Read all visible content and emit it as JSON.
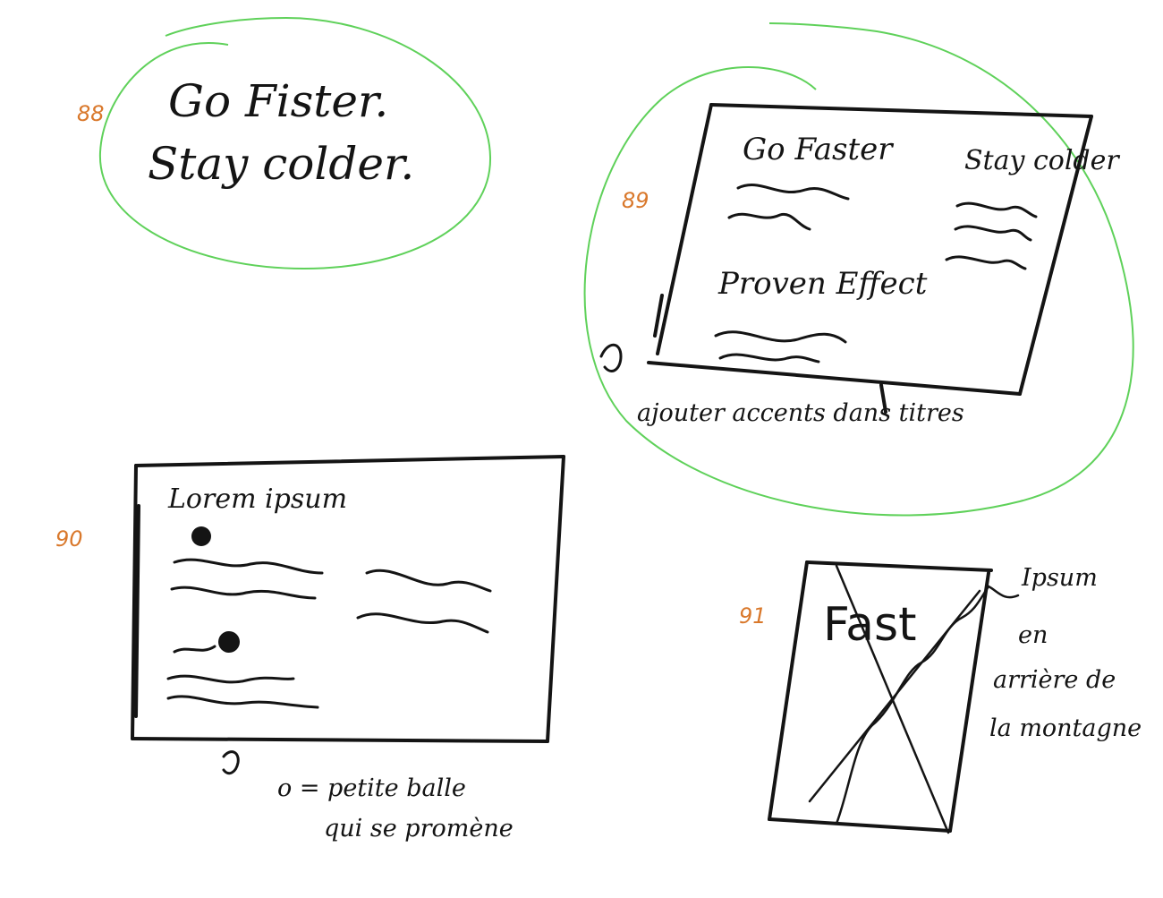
{
  "colors": {
    "ink": "#141414",
    "circle": "#5fd15a",
    "number": "#d9782b"
  },
  "sketch_88": {
    "number": "88",
    "line1": "Go Fister.",
    "line2": "Stay colder."
  },
  "sketch_89": {
    "number": "89",
    "title_left": "Go Faster",
    "title_right": "Stay colder",
    "section_title": "Proven Effect",
    "note": "ajouter accents dans titres"
  },
  "sketch_90": {
    "number": "90",
    "heading": "Lorem ipsum",
    "note_line1": "o = petite balle",
    "note_line2": "qui se promène"
  },
  "sketch_91": {
    "number": "91",
    "word": "Fast",
    "note_line1": "Ipsum",
    "note_line2": "en",
    "note_line3": "arrière de",
    "note_line4": "la montagne"
  }
}
